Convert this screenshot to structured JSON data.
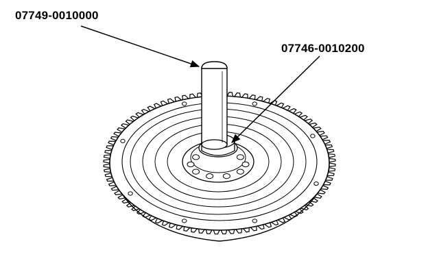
{
  "callouts": {
    "driver_tool": "07749-0010000",
    "installer_attachment": "07746-0010200"
  },
  "colors": {
    "ink": "#000000",
    "paper": "#ffffff"
  },
  "gear": {
    "tooth_count": 92
  }
}
